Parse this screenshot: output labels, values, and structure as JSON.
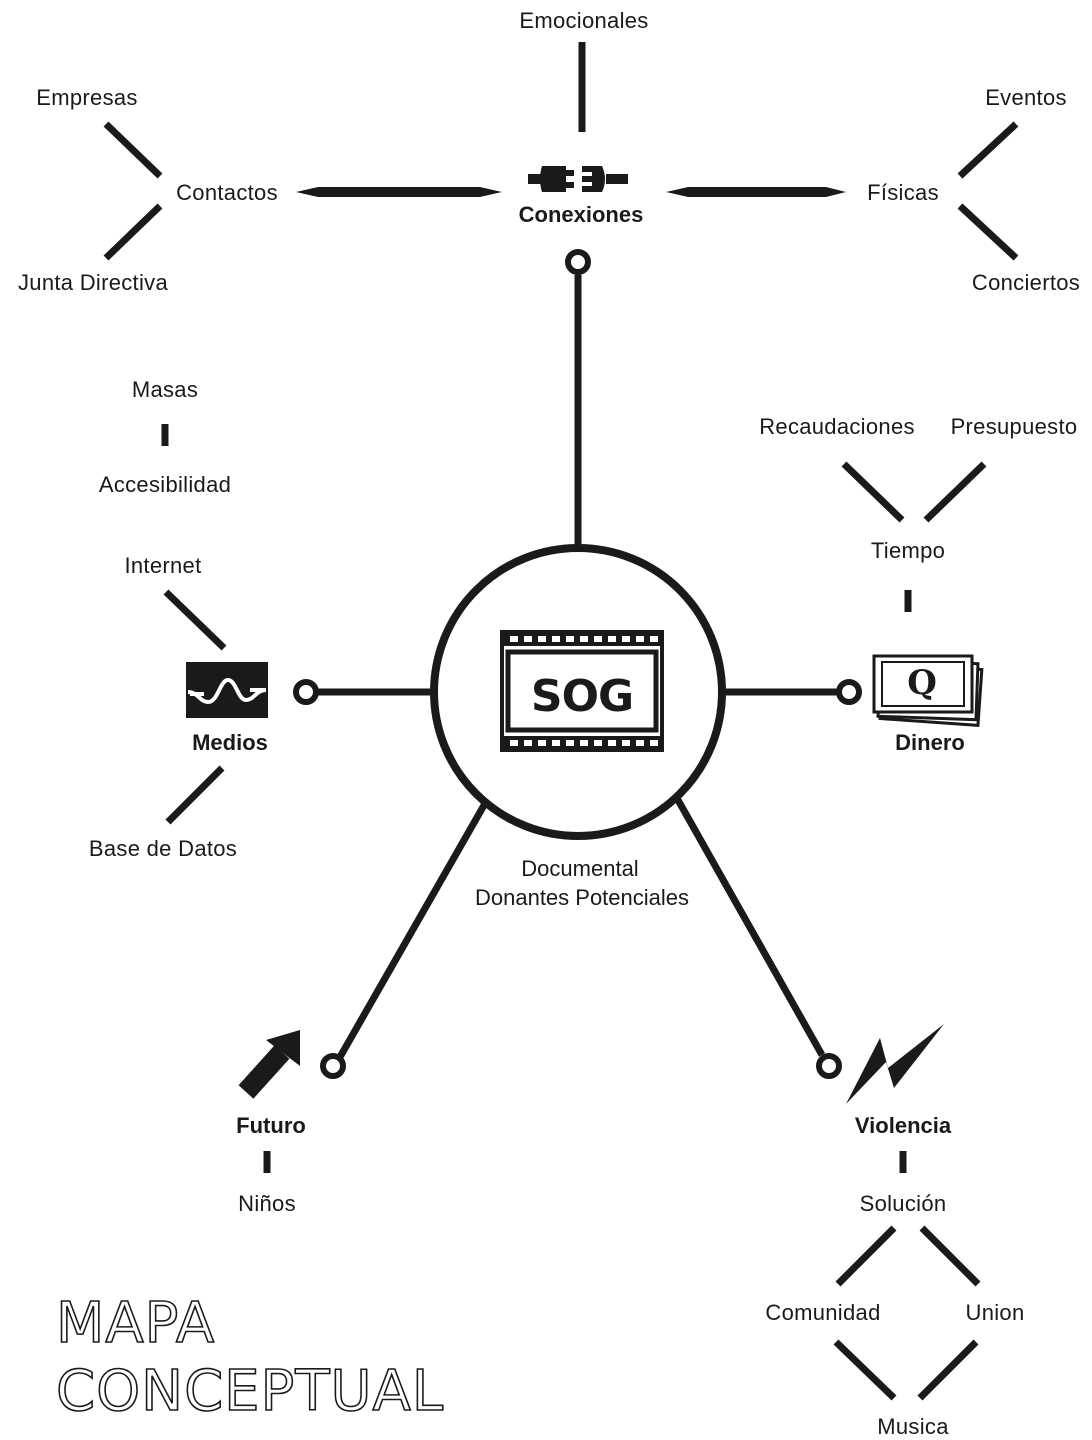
{
  "center": {
    "logo": "SOG",
    "caption_line1": "Documental",
    "caption_line2": "Donantes Potenciales"
  },
  "title": {
    "line1": "MAPA",
    "line2": "CONCEPTUAL"
  },
  "hubs": {
    "conexiones": "Conexiones",
    "medios": "Medios",
    "dinero": "Dinero",
    "futuro": "Futuro",
    "violencia": "Violencia"
  },
  "dinero_icon_letter": "Q",
  "nodes": {
    "emocionales": "Emocionales",
    "empresas": "Empresas",
    "contactos": "Contactos",
    "junta_directiva": "Junta Directiva",
    "eventos": "Eventos",
    "fisicas": "Físicas",
    "conciertos": "Conciertos",
    "masas": "Masas",
    "accesibilidad": "Accesibilidad",
    "internet": "Internet",
    "base_de_datos": "Base de Datos",
    "recaudaciones": "Recaudaciones",
    "presupuesto": "Presupuesto",
    "tiempo": "Tiempo",
    "ninos": "Niños",
    "solucion": "Solución",
    "comunidad": "Comunidad",
    "union": "Union",
    "musica": "Musica"
  },
  "colors": {
    "ink": "#1a1a1a",
    "background": "#ffffff"
  }
}
